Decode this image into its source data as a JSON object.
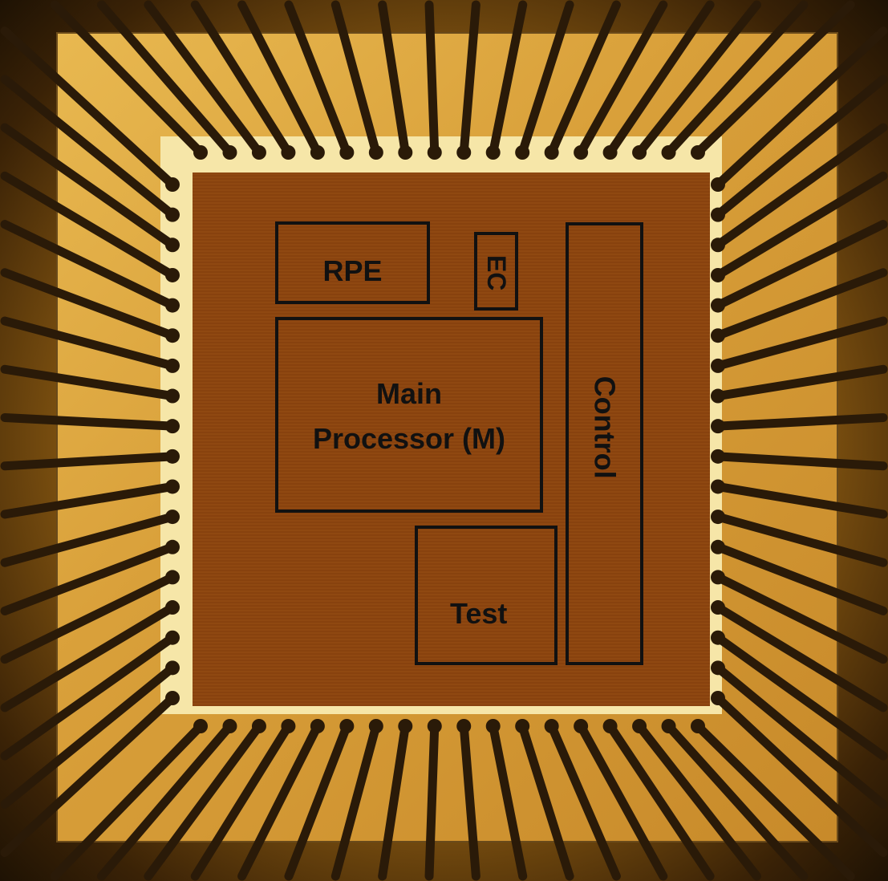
{
  "blocks": {
    "rpe": "RPE",
    "ec": "EC",
    "main_line1": "Main",
    "main_line2": "Processor (M)",
    "test": "Test",
    "control": "Control"
  },
  "colors": {
    "outline": "#111111",
    "core": "#bd853f",
    "pad": "#f6e6a8",
    "wire": "#2a1a08"
  }
}
